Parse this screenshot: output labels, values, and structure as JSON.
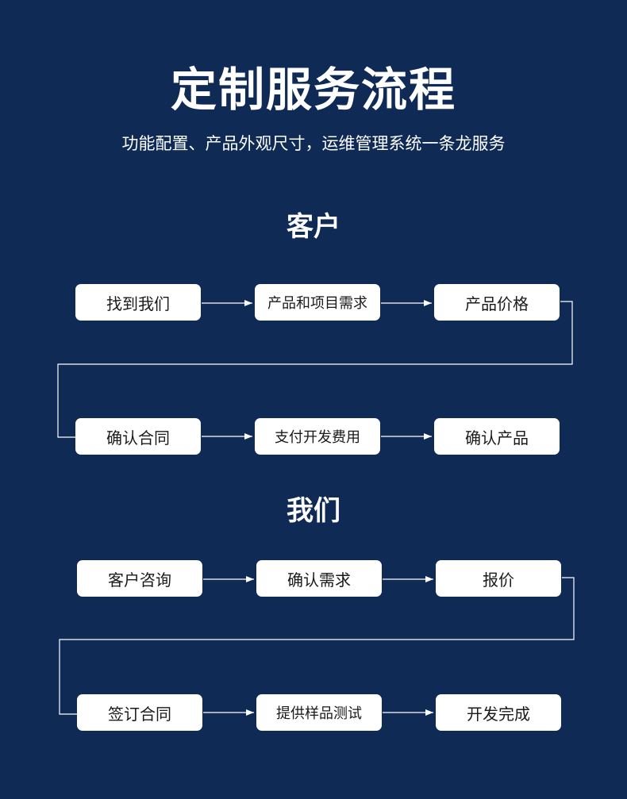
{
  "title": "定制服务流程",
  "subtitle": "功能配置、产品外观尺寸，运维管理系统一条龙服务",
  "customer": {
    "title": "客户",
    "row1": [
      "找到我们",
      "产品和项目需求",
      "产品价格"
    ],
    "row2": [
      "确认合同",
      "支付开发费用",
      "确认产品"
    ]
  },
  "us": {
    "title": "我们",
    "row1": [
      "客户咨询",
      "确认需求",
      "报价"
    ],
    "row2": [
      "签订合同",
      "提供样品测试",
      "开发完成"
    ]
  },
  "colors": {
    "background": "#0e2a55",
    "box": "#ffffff",
    "line": "#ffffff"
  }
}
